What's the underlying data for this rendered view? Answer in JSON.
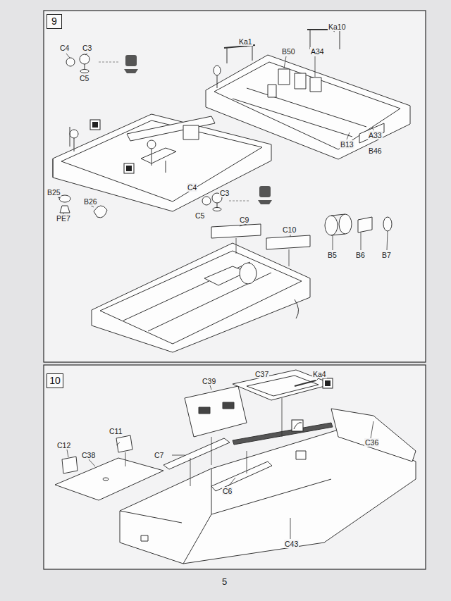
{
  "diagram": {
    "nodes": [
      {
        "text": [
          "9"
        ]
      },
      {
        "text": [
          "10"
        ]
      }
    ],
    "labels": [
      "C4",
      "C3",
      "C5",
      "Ka10",
      "Ka1",
      "B50",
      "A34",
      "B13",
      "A33",
      "B46",
      "B25",
      "B26",
      "PE7",
      "C4",
      "C3",
      "C5",
      "C9",
      "C10",
      "B5",
      "B6",
      "B7",
      "C39",
      "C37",
      "Ka4",
      "C12",
      "C11",
      "C38",
      "C7",
      "C36",
      "C6",
      "C43",
      "5"
    ]
  }
}
